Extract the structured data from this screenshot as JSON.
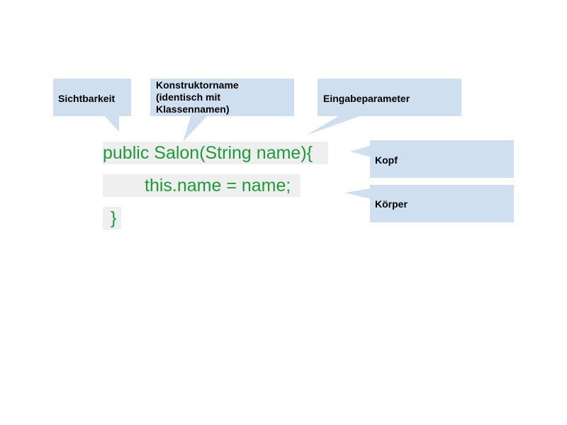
{
  "colors": {
    "callout_fill": "#cfdff0",
    "code_background": "#efefef",
    "code_text": "#1e9a3c"
  },
  "callouts": {
    "visibility": "Sichtbarkeit",
    "constructor_name": [
      "Konstruktorname",
      "(identisch mit",
      "Klassennamen)"
    ],
    "parameters": "Eingabeparameter",
    "head": "Kopf",
    "body": "Körper"
  },
  "code": {
    "line1": "public Salon(String name){",
    "line2": "this.name = name;",
    "line3": "}"
  }
}
